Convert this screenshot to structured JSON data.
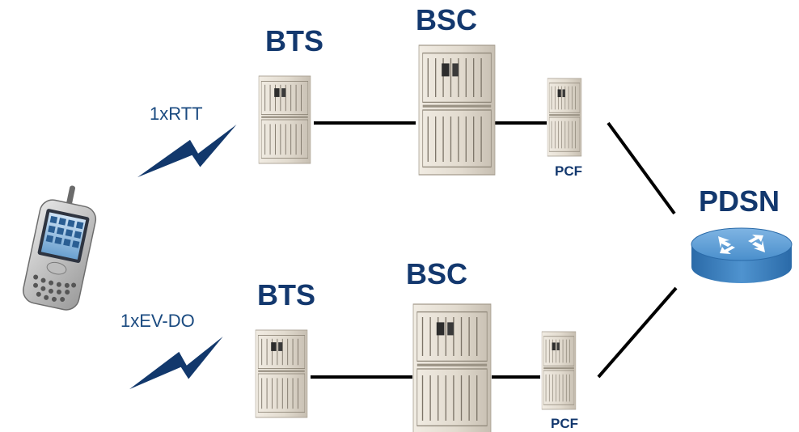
{
  "diagram": {
    "top_path": {
      "link_label": "1xRTT",
      "bts_label": "BTS",
      "bsc_label": "BSC",
      "pcf_label": "PCF"
    },
    "bottom_path": {
      "link_label": "1xEV-DO",
      "bts_label": "BTS",
      "bsc_label": "BSC",
      "pcf_label": "PCF"
    },
    "core": {
      "pdsn_label": "PDSN"
    },
    "icons": {
      "handset": "pda-phone-icon",
      "wireless_link": "lightning-icon",
      "bts": "rack-server-icon",
      "bsc": "rack-server-icon",
      "pcf": "rack-server-icon",
      "pdsn": "router-icon"
    },
    "colors": {
      "label_text": "#13386e",
      "link_text": "#1a4a80",
      "lightning": "#12386c",
      "router": "#3d85c6",
      "connection_line": "#000000"
    }
  }
}
